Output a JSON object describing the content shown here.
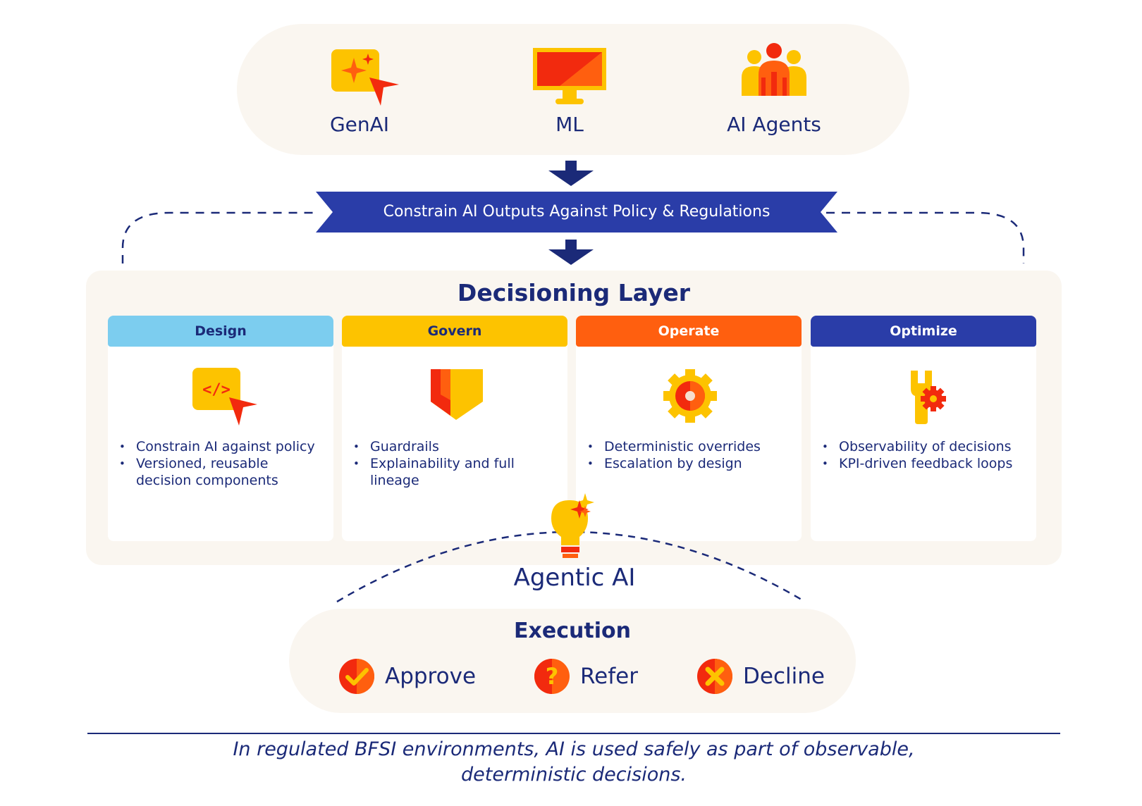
{
  "sources": [
    {
      "label": "GenAI",
      "icon": "genai-sparkle-icon"
    },
    {
      "label": "ML",
      "icon": "monitor-icon"
    },
    {
      "label": "AI Agents",
      "icon": "people-group-icon"
    }
  ],
  "banner": {
    "text": "Constrain AI Outputs Against Policy & Regulations"
  },
  "decisioning": {
    "title": "Decisioning Layer",
    "cards": [
      {
        "title": "Design",
        "color": "#7ccdef",
        "text_color": "#1b2a78",
        "icon": "code-bubble-icon",
        "items": [
          "Constrain AI against policy",
          "Versioned, reusable decision components"
        ]
      },
      {
        "title": "Govern",
        "color": "#fdc300",
        "text_color": "#1b2a78",
        "icon": "shield-icon",
        "items": [
          "Guardrails",
          "Explainability and full lineage"
        ]
      },
      {
        "title": "Operate",
        "color": "#ff5f0f",
        "text_color": "#ffffff",
        "icon": "gear-icon",
        "items": [
          "Deterministic overrides",
          "Escalation by design"
        ]
      },
      {
        "title": "Optimize",
        "color": "#2a3da8",
        "text_color": "#ffffff",
        "icon": "wrench-gear-icon",
        "items": [
          "Observability of decisions",
          "KPI-driven feedback loops"
        ]
      }
    ]
  },
  "agentic": {
    "label": "Agentic AI",
    "icon": "lightbulb-icon"
  },
  "execution": {
    "title": "Execution",
    "items": [
      {
        "label": "Approve",
        "icon": "check-circle-icon"
      },
      {
        "label": "Refer",
        "icon": "question-circle-icon"
      },
      {
        "label": "Decline",
        "icon": "x-circle-icon"
      }
    ]
  },
  "footer": {
    "line1": "In regulated BFSI environments, AI is used safely as part of observable,",
    "line2": "deterministic decisions."
  },
  "colors": {
    "navy": "#1b2a78",
    "yellow": "#fdc300",
    "orange": "#ff5f0f",
    "red": "#f22a0e",
    "banner": "#2a3da8"
  }
}
